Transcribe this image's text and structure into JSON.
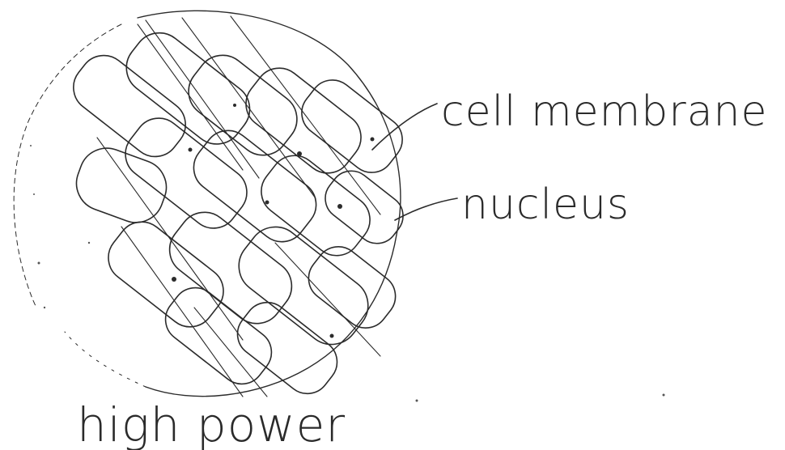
{
  "diagram": {
    "labels": {
      "cell_membrane": "cell membrane",
      "nucleus": "nucleus"
    },
    "caption": "high power"
  },
  "colors": {
    "ink": "#2b2b2b",
    "paper": "#ffffff"
  }
}
